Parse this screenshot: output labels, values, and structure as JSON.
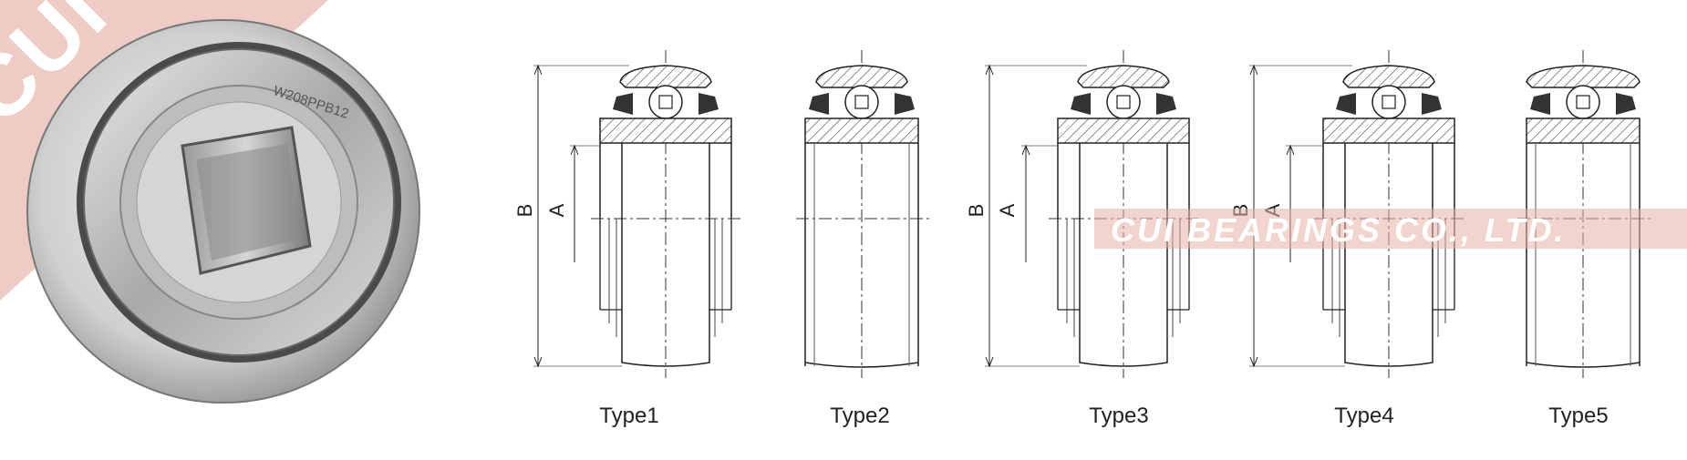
{
  "logo": {
    "text": "CUI"
  },
  "product": {
    "part_number": "W208PPB12"
  },
  "watermark": {
    "text": "CUI BEARINGS CO., LTD."
  },
  "dimensions": {
    "outer": "B",
    "inner": "A"
  },
  "types": [
    {
      "label": "Type1"
    },
    {
      "label": "Type2"
    },
    {
      "label": "Type3"
    },
    {
      "label": "Type4"
    },
    {
      "label": "Type5"
    }
  ],
  "colors": {
    "logo_band": "#e8b9b0",
    "watermark_band": "#e8b0a8",
    "line": "#222222"
  }
}
